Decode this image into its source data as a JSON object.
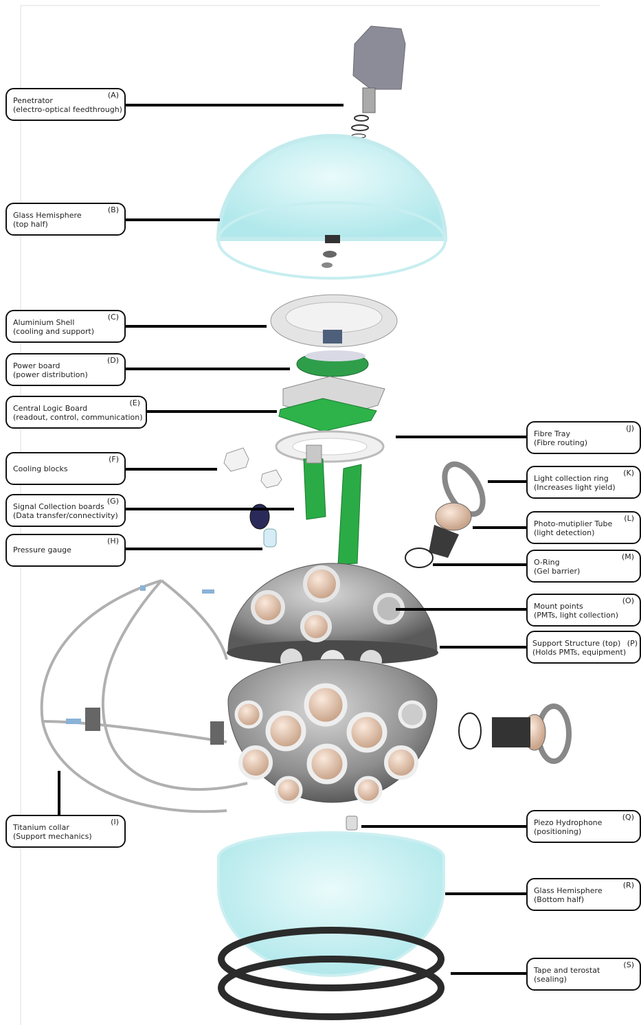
{
  "components": [
    {
      "id": "A",
      "letter": "(A)",
      "title": "Penetrator",
      "subtitle": "(electro-optical feedthrough)"
    },
    {
      "id": "B",
      "letter": "(B)",
      "title": "Glass Hemisphere",
      "subtitle": "(top half)"
    },
    {
      "id": "C",
      "letter": "(C)",
      "title": "Aluminium Shell",
      "subtitle": "(cooling and support)"
    },
    {
      "id": "D",
      "letter": "(D)",
      "title": "Power board",
      "subtitle": "(power distribution)"
    },
    {
      "id": "E",
      "letter": "(E)",
      "title": "Central Logic Board",
      "subtitle": "(readout, control, communication)"
    },
    {
      "id": "F",
      "letter": "(F)",
      "title": "Cooling blocks",
      "subtitle": ""
    },
    {
      "id": "G",
      "letter": "(G)",
      "title": "Signal Collection boards",
      "subtitle": "(Data transfer/connectivity)"
    },
    {
      "id": "H",
      "letter": "(H)",
      "title": "Pressure gauge",
      "subtitle": ""
    },
    {
      "id": "I",
      "letter": "(I)",
      "title": "Titanium collar",
      "subtitle": "(Support mechanics)"
    },
    {
      "id": "J",
      "letter": "(J)",
      "title": "Fibre Tray",
      "subtitle": "(Fibre routing)"
    },
    {
      "id": "K",
      "letter": "(K)",
      "title": "Light collection ring",
      "subtitle": "(Increases light yield)"
    },
    {
      "id": "L",
      "letter": "(L)",
      "title": "Photo-mutiplier Tube",
      "subtitle": "(light detection)"
    },
    {
      "id": "M",
      "letter": "(M)",
      "title": "O-Ring",
      "subtitle": "(Gel barrier)"
    },
    {
      "id": "O",
      "letter": "(O)",
      "title": "Mount points",
      "subtitle": "(PMTs, light collection)"
    },
    {
      "id": "P",
      "letter": "(P)",
      "title": "Support Structure (top)",
      "subtitle": "(Holds PMTs, equipment)"
    },
    {
      "id": "Q",
      "letter": "(Q)",
      "title": "Piezo Hydrophone",
      "subtitle": "(positioning)"
    },
    {
      "id": "R",
      "letter": "(R)",
      "title": "Glass Hemisphere",
      "subtitle": "(Bottom half)"
    },
    {
      "id": "S",
      "letter": "(S)",
      "title": "Tape and terostat",
      "subtitle": "(sealing)"
    }
  ]
}
